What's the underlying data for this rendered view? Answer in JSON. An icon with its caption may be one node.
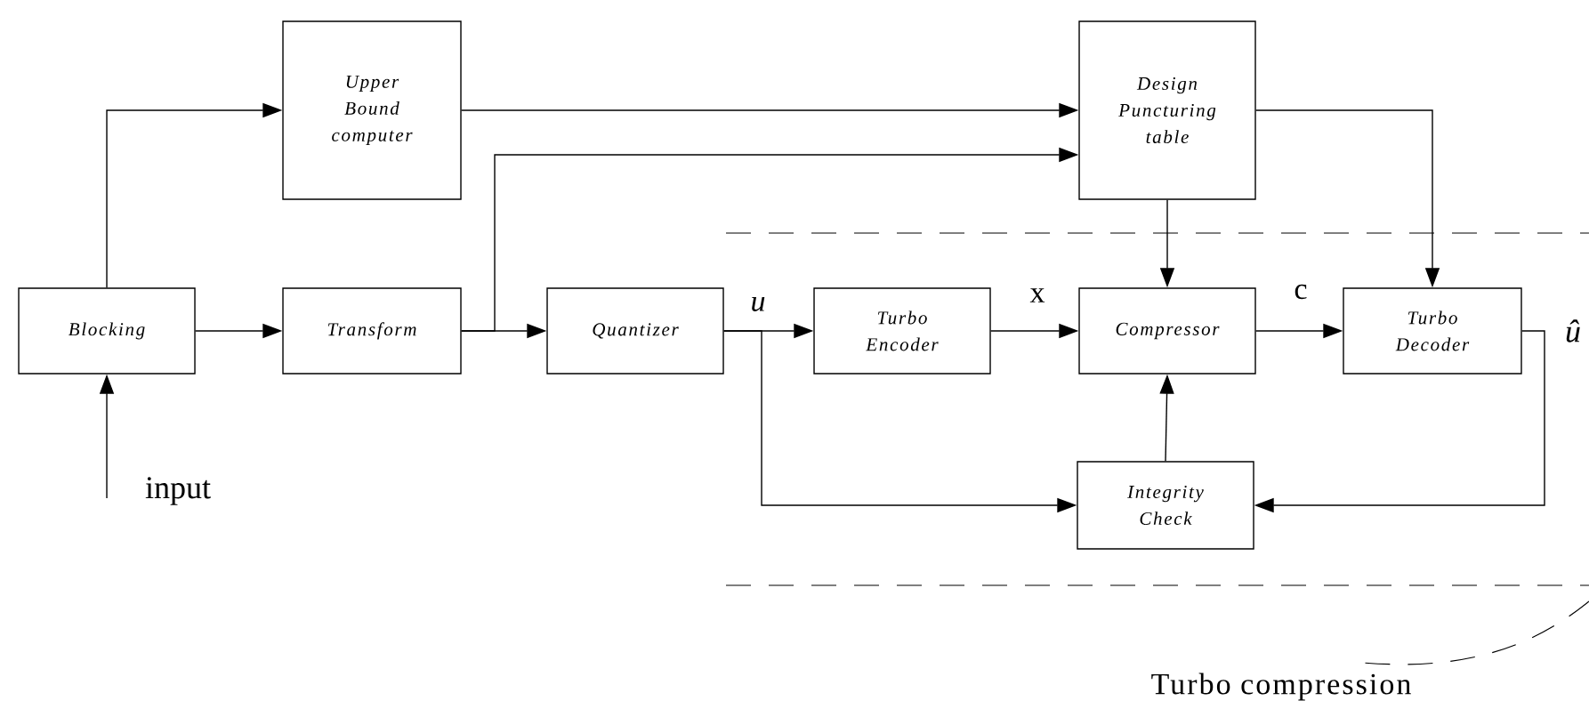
{
  "diagram": {
    "nodes": [
      {
        "text": [
          "Blocking"
        ]
      },
      {
        "text": [
          "Upper Bound computer"
        ]
      },
      {
        "text": [
          "Transform"
        ]
      },
      {
        "text": [
          "Quantizer"
        ]
      },
      {
        "text": [
          "Turbo Encoder"
        ]
      },
      {
        "text": [
          "Compressor"
        ]
      },
      {
        "text": [
          "Turbo Decoder"
        ]
      },
      {
        "text": [
          "Design Puncturing table"
        ]
      },
      {
        "text": [
          "Integrity Check"
        ]
      }
    ],
    "edges": [
      {
        "from": null,
        "to": 0,
        "arrow": "to"
      },
      {
        "from": 0,
        "to": 1,
        "arrow": "to"
      },
      {
        "from": 0,
        "to": 2,
        "arrow": "to"
      },
      {
        "from": 1,
        "to": 7,
        "arrow": "to"
      },
      {
        "from": 2,
        "to": 3,
        "arrow": "to"
      },
      {
        "from": 2,
        "to": 7,
        "arrow": "to"
      },
      {
        "from": 3,
        "to": 4,
        "arrow": "to",
        "label": "u"
      },
      {
        "from": 3,
        "to": 8,
        "arrow": "to"
      },
      {
        "from": 4,
        "to": 5,
        "arrow": "to",
        "label": "x"
      },
      {
        "from": 5,
        "to": 6,
        "arrow": "to",
        "label": "c"
      },
      {
        "from": 7,
        "to": 5,
        "arrow": "to"
      },
      {
        "from": 7,
        "to": 6,
        "arrow": "to"
      },
      {
        "from": 6,
        "to": 8,
        "arrow": "to"
      },
      {
        "from": 8,
        "to": 5,
        "arrow": "to"
      }
    ],
    "labels": [
      "input",
      "û",
      "Turbo compression"
    ]
  }
}
